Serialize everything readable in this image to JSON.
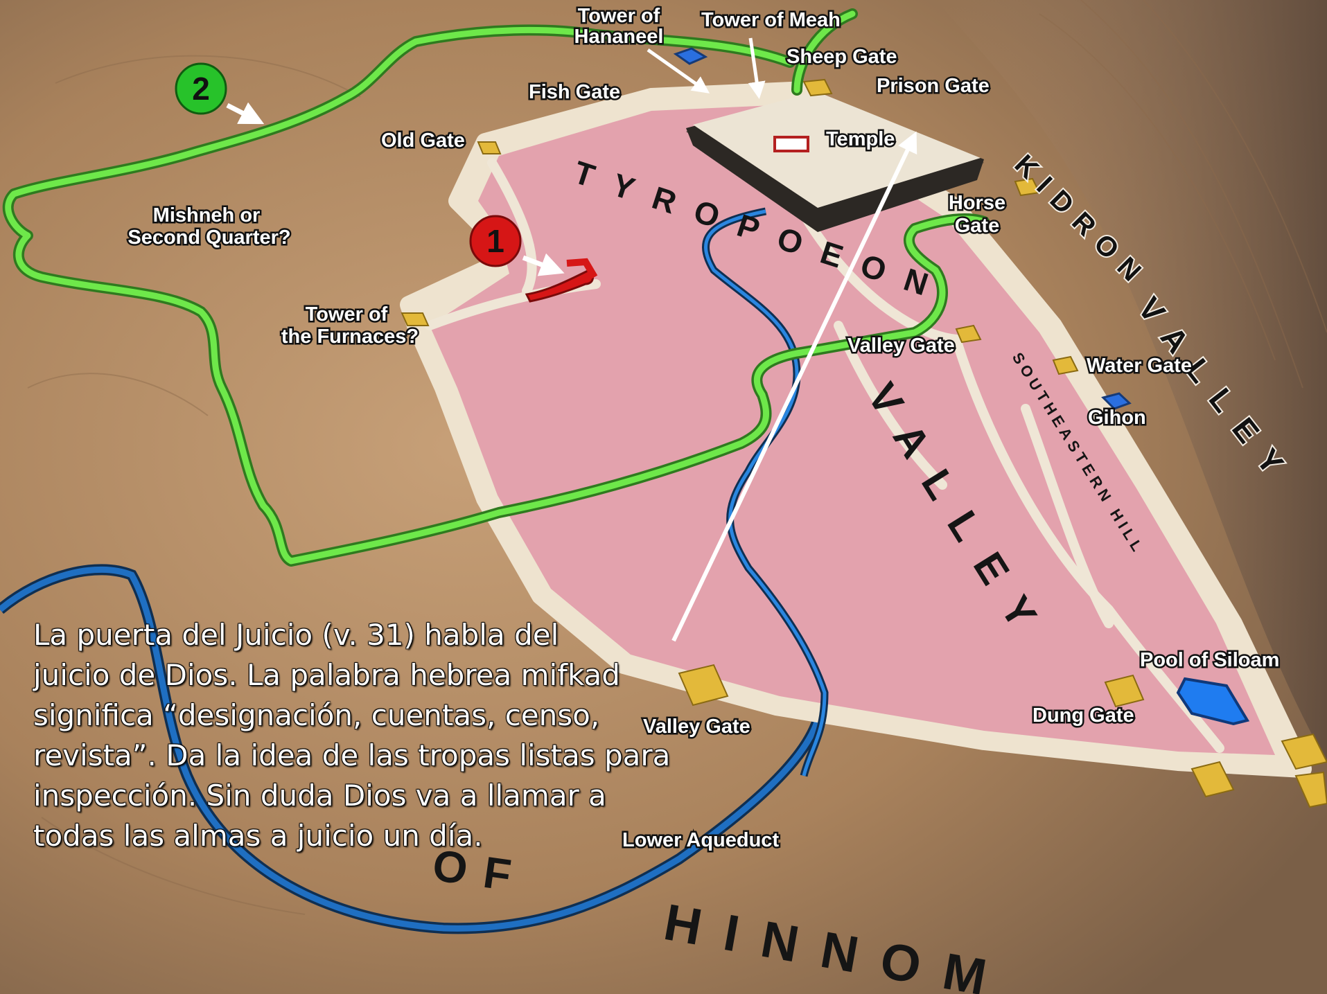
{
  "map": {
    "labels": {
      "tower_hananeel_1": "Tower of",
      "tower_hananeel_2": "Hananeel",
      "tower_meah": "Tower of Meah",
      "sheep_gate": "Sheep Gate",
      "prison_gate": "Prison Gate",
      "fish_gate": "Fish Gate",
      "old_gate": "Old Gate",
      "temple": "Temple",
      "mishneh_1": "Mishneh or",
      "mishneh_2": "Second Quarter?",
      "horse_gate_1": "Horse",
      "horse_gate_2": "Gate",
      "tower_furnaces_1": "Tower of",
      "tower_furnaces_2": "the Furnaces?",
      "valley_gate_upper": "Valley Gate",
      "water_gate": "Water Gate",
      "gihon": "Gihon",
      "pool_siloam": "Pool of Siloam",
      "dung_gate": "Dung Gate",
      "valley_gate_lower": "Valley Gate",
      "lower_aqueduct": "Lower Aqueduct"
    },
    "region_labels": {
      "tyropoeon": "TYROPOEON",
      "central_valley": "VALLEY",
      "kidron_1": "KIDRON",
      "kidron_2": "VALLEY",
      "southeastern_hill": "SOUTHEASTERN HILL",
      "hinnom_of": "OF",
      "hinnom": "HINNOM"
    },
    "markers": {
      "one": "1",
      "two": "2"
    },
    "colors": {
      "city": "#e3a2ad",
      "terrain": "#b08a64",
      "green_route": "#6ee84a",
      "blue_aqueduct": "#1f6fc2",
      "red_marker": "#d61616",
      "green_marker": "#27c22a",
      "gate": "#e3b93a"
    }
  },
  "caption": {
    "line1": "La puerta del Juicio (v. 31) habla del",
    "line2": "juicio de Dios. La palabra hebrea mifkad",
    "line3": "significa “designación, cuentas, censo,",
    "line4": "revista”. Da la idea de las tropas listas para",
    "line5": "inspección. Sin duda Dios va a llamar a",
    "line6": "todas las almas a juicio un día."
  }
}
